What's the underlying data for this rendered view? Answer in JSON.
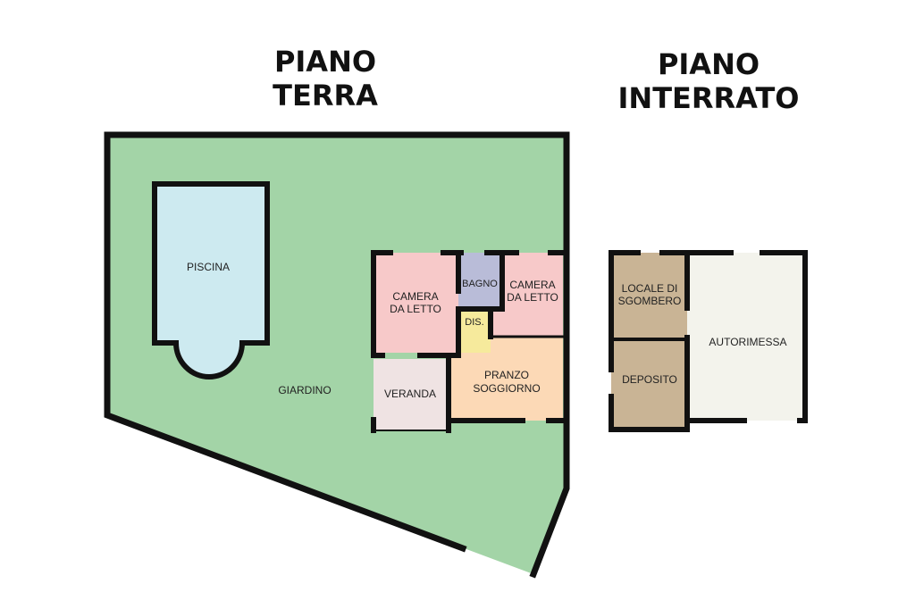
{
  "titles": {
    "ground_line1": "PIANO",
    "ground_line2": "TERRA",
    "basement_line1": "PIANO",
    "basement_line2": "INTERRATO"
  },
  "rooms": {
    "piscina": "PISCINA",
    "giardino": "GIARDINO",
    "camera1_line1": "CAMERA",
    "camera1_line2": "DA LETTO",
    "bagno": "BAGNO",
    "camera2_line1": "CAMERA",
    "camera2_line2": "DA LETTO",
    "dis": "DIS.",
    "veranda": "VERANDA",
    "pranzo_line1": "PRANZO",
    "pranzo_line2": "SOGGIORNO",
    "locale_line1": "LOCALE DI",
    "locale_line2": "SGOMBERO",
    "deposito": "DEPOSITO",
    "autorimessa": "AUTORIMESSA"
  },
  "colors": {
    "garden": "#a3d4a7",
    "pool": "#cdeaf0",
    "bedroom": "#f7c9c9",
    "bathroom": "#b9bcd8",
    "corridor": "#f6ea9c",
    "veranda": "#efe3e3",
    "living": "#fcd9b6",
    "storage": "#c9b495",
    "garage": "#f3f3ec",
    "wall": "#111111"
  }
}
